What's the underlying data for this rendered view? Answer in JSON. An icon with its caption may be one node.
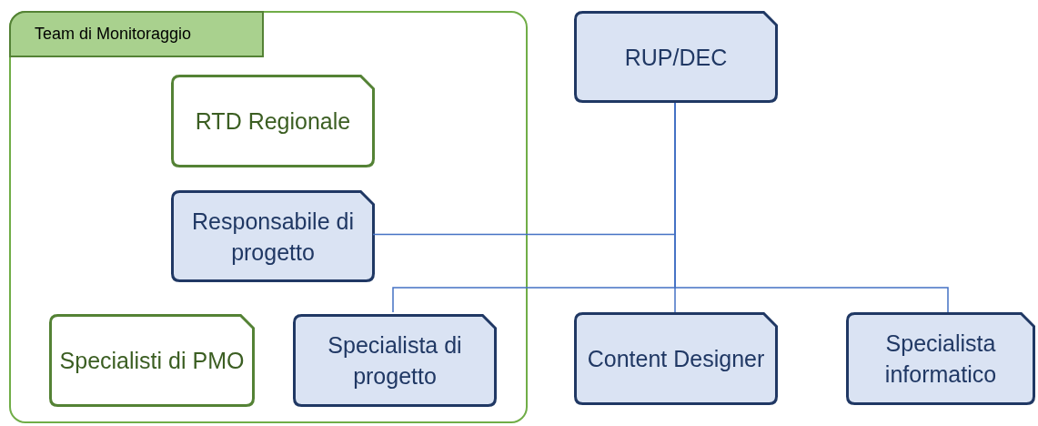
{
  "diagram": {
    "nodes": [
      {
        "text": [
          "Team di Monitoraggio"
        ]
      },
      {
        "text": [
          "RTD Regionale"
        ],
        "in": 0
      },
      {
        "text": [
          "Responsabile di progetto"
        ],
        "in": 0
      },
      {
        "text": [
          "Specialisti di PMO"
        ],
        "in": 0
      },
      {
        "text": [
          "Specialista di progetto"
        ],
        "in": 0
      },
      {
        "text": [
          "RUP/DEC"
        ]
      },
      {
        "text": [
          "Content Designer"
        ]
      },
      {
        "text": [
          "Specialista informatico"
        ]
      }
    ],
    "edges": [
      {
        "from": 5,
        "to": 2,
        "arrow": "none"
      },
      {
        "from": 5,
        "to": 4,
        "arrow": "none"
      },
      {
        "from": 5,
        "to": 6,
        "arrow": "none"
      },
      {
        "from": 5,
        "to": 7,
        "arrow": "none"
      }
    ]
  }
}
